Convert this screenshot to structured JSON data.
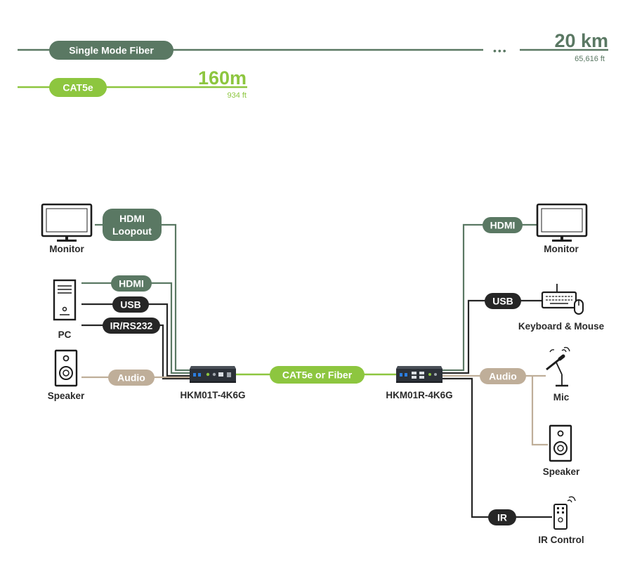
{
  "colors": {
    "fiber": "#5a7863",
    "cat": "#8dc63f",
    "black": "#262626",
    "audio": "#bfae99",
    "icon": "#1c1c1c"
  },
  "distances": {
    "fiber": {
      "label": "Single Mode Fiber",
      "dots": "•••",
      "value": "20 km",
      "feet": "65,616 ft"
    },
    "cat": {
      "label": "CAT5e",
      "value": "160m",
      "feet": "934 ft"
    }
  },
  "transmitter": {
    "name": "HKM01T-4K6G",
    "devices": {
      "monitor": "Monitor",
      "pc": "PC",
      "speaker": "Speaker"
    },
    "cables": {
      "loopout_line1": "HDMI",
      "loopout_line2": "Loopout",
      "hdmi": "HDMI",
      "usb": "USB",
      "ir_rs232": "IR/RS232",
      "audio": "Audio"
    }
  },
  "link": {
    "label": "CAT5e or Fiber"
  },
  "receiver": {
    "name": "HKM01R-4K6G",
    "devices": {
      "monitor": "Monitor",
      "keyboard_mouse": "Keyboard & Mouse",
      "mic": "Mic",
      "speaker": "Speaker",
      "ir_control": "IR Control"
    },
    "cables": {
      "hdmi": "HDMI",
      "usb": "USB",
      "audio": "Audio",
      "ir": "IR"
    }
  }
}
